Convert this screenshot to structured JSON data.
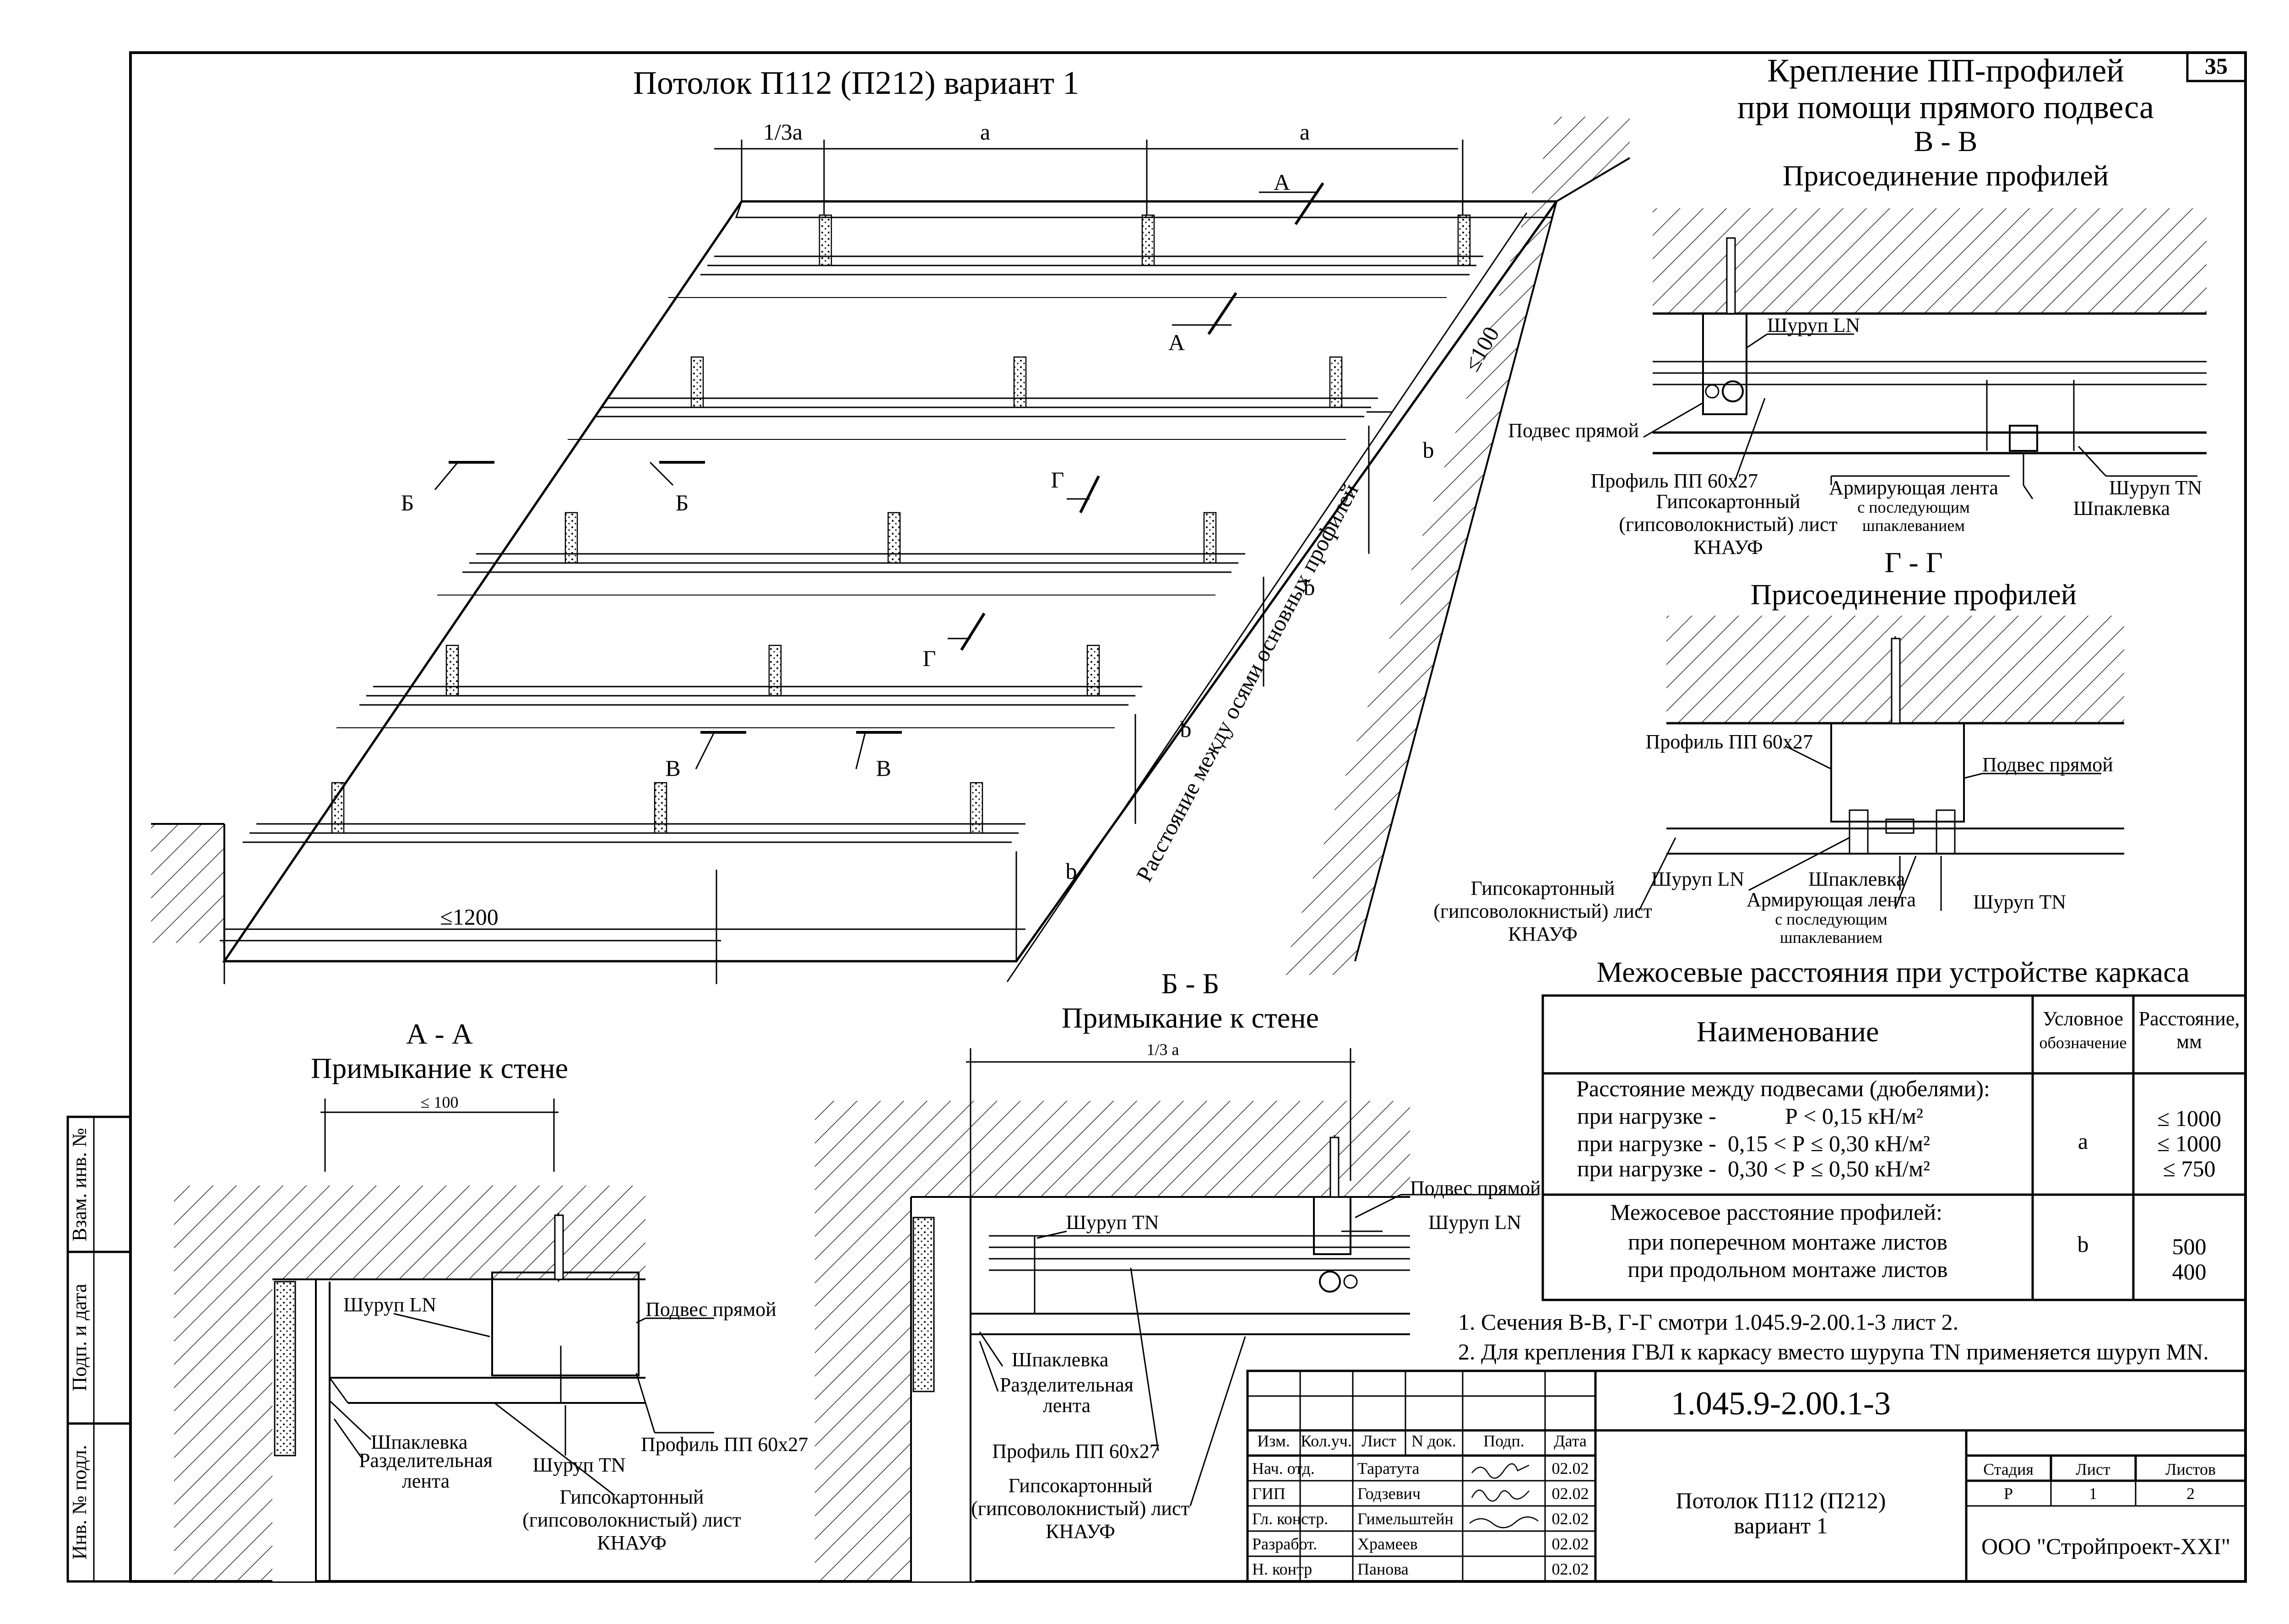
{
  "sheet_number": "35",
  "main_view": {
    "title": "Потолок П112 (П212) вариант 1",
    "dim_one_third_a": "1/3а",
    "dim_a": "а",
    "dim_b": "b",
    "dim_le100": "≤100",
    "dim_le1200": "≤1200",
    "axis_note": "Расстояние между осями основных профилей",
    "cut_a": "А",
    "cut_b": "Б",
    "cut_v": "В",
    "cut_g": "Г"
  },
  "fastening": {
    "title_line1": "Крепление ПП-профилей",
    "title_line2": "при помощи прямого подвеса"
  },
  "section_vv": {
    "title": "В - В",
    "subtitle": "Присоединение профилей",
    "screw_ln": "Шуруп LN",
    "hanger": "Подвес прямой",
    "profile": "Профиль ПП 60х27",
    "board_1": "Гипсокартонный",
    "board_2": "(гипсоволокнистый) лист",
    "board_3": "КНАУФ",
    "tape_1": "Армирующая лента",
    "tape_2": "с последующим",
    "tape_3": "шпаклеванием",
    "screw_tn": "Шуруп TN",
    "filler": "Шпаклевка"
  },
  "section_gg": {
    "title": "Г - Г",
    "subtitle": "Присоединение профилей",
    "profile": "Профиль ПП 60х27",
    "hanger": "Подвес прямой",
    "board_1": "Гипсокартонный",
    "board_2": "(гипсоволокнистый) лист",
    "board_3": "КНАУФ",
    "screw_ln": "Шуруп LN",
    "filler": "Шпаклевка",
    "tape_1": "Армирующая лента",
    "tape_2": "с последующим",
    "tape_3": "шпаклеванием",
    "screw_tn": "Шуруп TN"
  },
  "section_aa": {
    "title": "А - А",
    "subtitle": "Примыкание к стене",
    "dim": "≤ 100",
    "screw_ln": "Шуруп LN",
    "hanger": "Подвес прямой",
    "filler": "Шпаклевка",
    "sep_tape_1": "Разделительная",
    "sep_tape_2": "лента",
    "profile": "Профиль ПП 60х27",
    "screw_tn": "Шуруп TN",
    "board_1": "Гипсокартонный",
    "board_2": "(гипсоволокнистый) лист",
    "board_3": "КНАУФ"
  },
  "section_bb": {
    "title": "Б - Б",
    "subtitle": "Примыкание к стене",
    "dim": "1/3 а",
    "hanger": "Подвес прямой",
    "screw_tn": "Шуруп TN",
    "screw_ln": "Шуруп LN",
    "filler": "Шпаклевка",
    "sep_tape_1": "Разделительная",
    "sep_tape_2": "лента",
    "profile": "Профиль ПП 60х27",
    "board_1": "Гипсокартонный",
    "board_2": "(гипсоволокнистый) лист",
    "board_3": "КНАУФ"
  },
  "spacing_table": {
    "title": "Межосевые расстояния при устройстве каркаса",
    "col_name": "Наименование",
    "col_symbol_1": "Условное",
    "col_symbol_2": "обозначение",
    "col_dist_1": "Расстояние,",
    "col_dist_2": "мм",
    "row1_head": "Расстояние между подвесами (дюбелями):",
    "row1_l1": "при нагрузке -            Р < 0,15 кН/м²",
    "row1_l2": "при нагрузке -  0,15 < Р ≤ 0,30 кН/м²",
    "row1_l3": "при нагрузке -  0,30 < Р ≤ 0,50 кН/м²",
    "row1_symbol": "а",
    "row1_v1": "≤ 1000",
    "row1_v2": "≤ 1000",
    "row1_v3": "≤ 750",
    "row2_head": "Межосевое расстояние профилей:",
    "row2_l1": "при поперечном монтаже листов",
    "row2_l2": "при продольном монтаже листов",
    "row2_symbol": "b",
    "row2_v1": "500",
    "row2_v2": "400"
  },
  "notes": {
    "n1": "1. Сечения В-В, Г-Г смотри 1.045.9-2.00.1-3 лист 2.",
    "n2": "2. Для крепления ГВЛ к каркасу вместо шурупа TN применяется шуруп MN."
  },
  "side_stamps": {
    "s1": "Взам. инв. №",
    "s2": "Подп. и дата",
    "s3": "Инв. № подл."
  },
  "title_block": {
    "doc_code": "1.045.9-2.00.1-3",
    "header": [
      "Изм.",
      "Кол.уч.",
      "Лист",
      "N док.",
      "Подп.",
      "Дата"
    ],
    "rows": [
      {
        "role": "Нач. отд.",
        "name": "Таратута",
        "date": "02.02"
      },
      {
        "role": "ГИП",
        "name": "Годзевич",
        "date": "02.02"
      },
      {
        "role": "Гл. констр.",
        "name": "Гимельштейн",
        "date": "02.02"
      },
      {
        "role": "Разработ.",
        "name": "Храмеев",
        "date": "02.02"
      },
      {
        "role": "Н. контр",
        "name": "Панова",
        "date": "02.02"
      }
    ],
    "drawing_name_1": "Потолок П112 (П212)",
    "drawing_name_2": "вариант 1",
    "stage_label": "Стадия",
    "sheet_label": "Лист",
    "sheets_label": "Листов",
    "stage": "Р",
    "sheet": "1",
    "sheets": "2",
    "company": "ООО \"Стройпроект-XXI\""
  }
}
